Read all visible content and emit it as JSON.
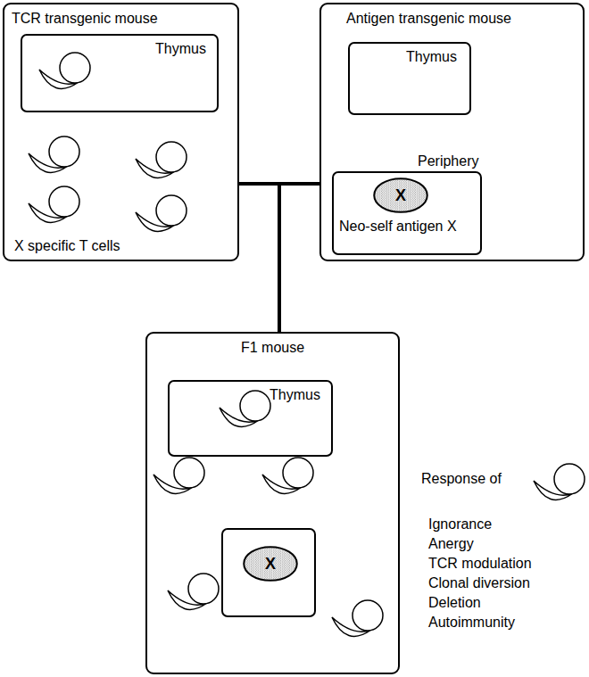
{
  "diagram": {
    "nodes": [
      {
        "text": [
          "TCR transgenic mouse"
        ]
      },
      {
        "text": [
          "Thymus"
        ],
        "in": 0
      },
      {
        "text": [
          "Antigen transgenic mouse"
        ]
      },
      {
        "text": [
          "Thymus"
        ],
        "in": 2
      },
      {
        "text": [
          "Periphery",
          "Neo-self antigen X"
        ],
        "in": 2
      },
      {
        "text": [
          "X"
        ],
        "in": 4
      },
      {
        "text": [
          "F1 mouse"
        ]
      },
      {
        "text": [
          "Thymus"
        ],
        "in": 6
      },
      {
        "text": [],
        "in": 6
      },
      {
        "text": [
          "X"
        ],
        "in": 8
      }
    ],
    "edges": [
      {
        "from": 0,
        "to": 6,
        "arrow": "none"
      },
      {
        "from": 2,
        "to": 6,
        "arrow": "none"
      }
    ],
    "labels": [
      "X specific T cells",
      "Response of",
      "Ignorance",
      "Anergy",
      "TCR modulation",
      "Clonal diversion",
      "Deletion",
      "Autoimmunity"
    ]
  }
}
